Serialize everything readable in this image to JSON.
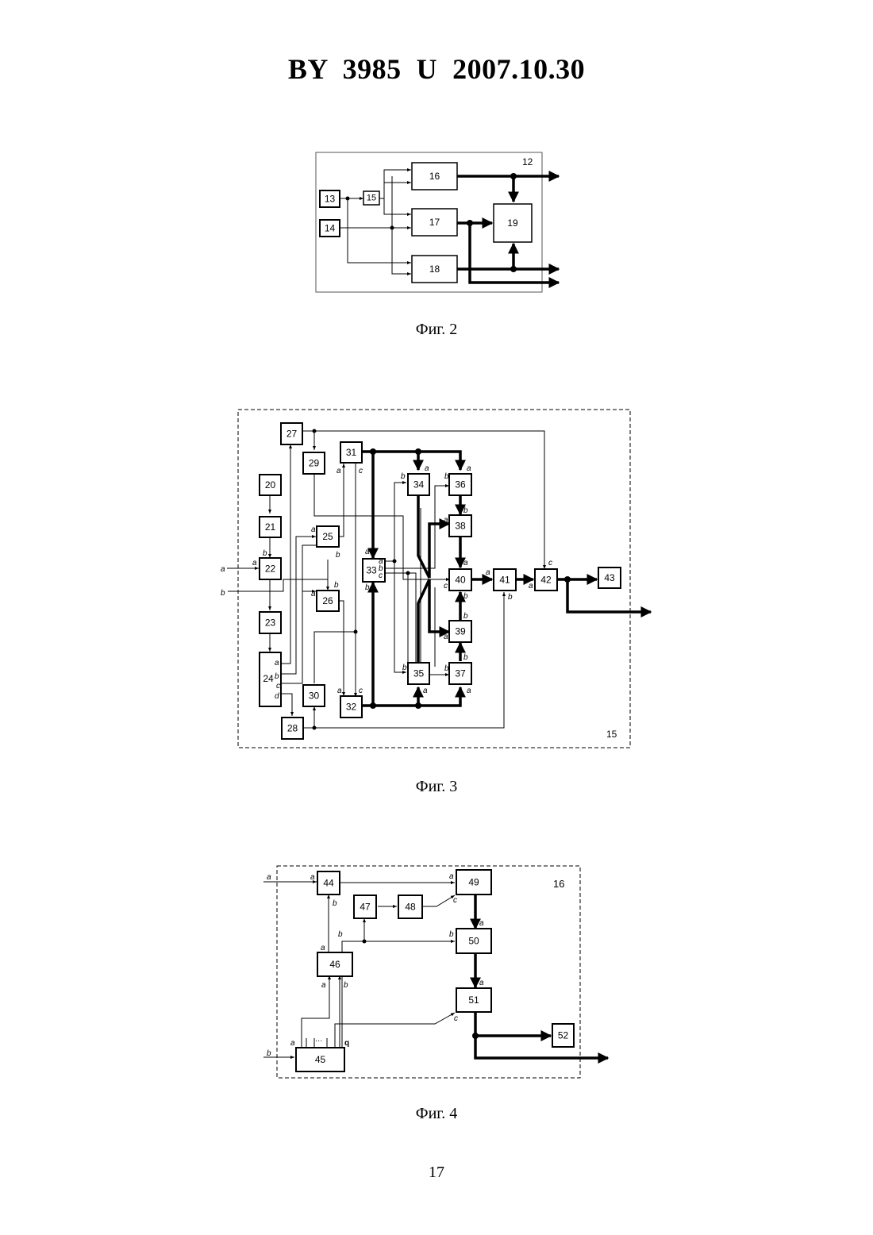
{
  "header": "BY  3985  U  2007.10.30",
  "page_number": "17",
  "figures": [
    {
      "caption": "Фиг. 2",
      "frame_label": "12",
      "blocks": [
        "13",
        "14",
        "15",
        "16",
        "17",
        "18",
        "19"
      ]
    },
    {
      "caption": "Фиг. 3",
      "frame_label": "15",
      "blocks": [
        "20",
        "21",
        "22",
        "23",
        "24",
        "25",
        "26",
        "27",
        "28",
        "29",
        "30",
        "31",
        "32",
        "33",
        "34",
        "35",
        "36",
        "37",
        "38",
        "39",
        "40",
        "41",
        "42",
        "43"
      ],
      "port_labels": [
        "a",
        "b",
        "c",
        "d"
      ]
    },
    {
      "caption": "Фиг. 4",
      "frame_label": "16",
      "blocks": [
        "44",
        "45",
        "46",
        "47",
        "48",
        "49",
        "50",
        "51",
        "52"
      ],
      "port_labels": [
        "a",
        "b",
        "c",
        "q",
        "…"
      ]
    }
  ]
}
